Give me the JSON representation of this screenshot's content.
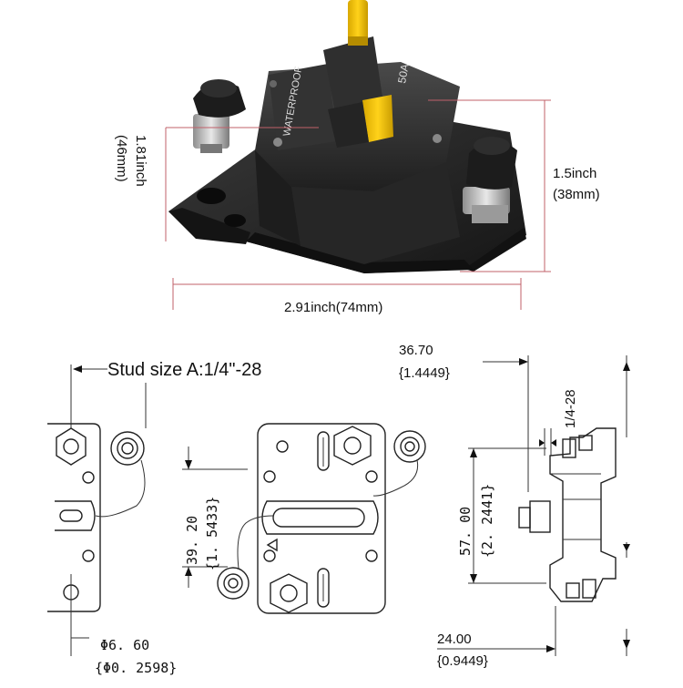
{
  "photo": {
    "height_label": "1.81inch",
    "height_mm": "(46mm)",
    "side_label": "1.5inch",
    "side_mm": "(38mm)",
    "width_label": "2.91inch(74mm)",
    "body_text_1": "WATERPROOF",
    "body_text_2": "50A"
  },
  "drawing": {
    "stud_size": "Stud size A:1/4\"-28",
    "hole_dia": "Φ6. 60",
    "hole_dia_in": "{Φ0. 2598}",
    "mid_dim": "39. 20",
    "mid_dim_in": "{1. 5433}",
    "right_top_dim": "36.70",
    "right_top_dim_in": "{1.4449}",
    "thread": "1/4-28",
    "right_mid_dim": "57. 00",
    "right_mid_dim_in": "{2. 2441}",
    "right_bottom_dim": "24.00",
    "right_bottom_dim_in": "{0.9449}"
  },
  "colors": {
    "body": "#2b2b2b",
    "lever": "#f2c200",
    "guide": "#c0606a"
  }
}
